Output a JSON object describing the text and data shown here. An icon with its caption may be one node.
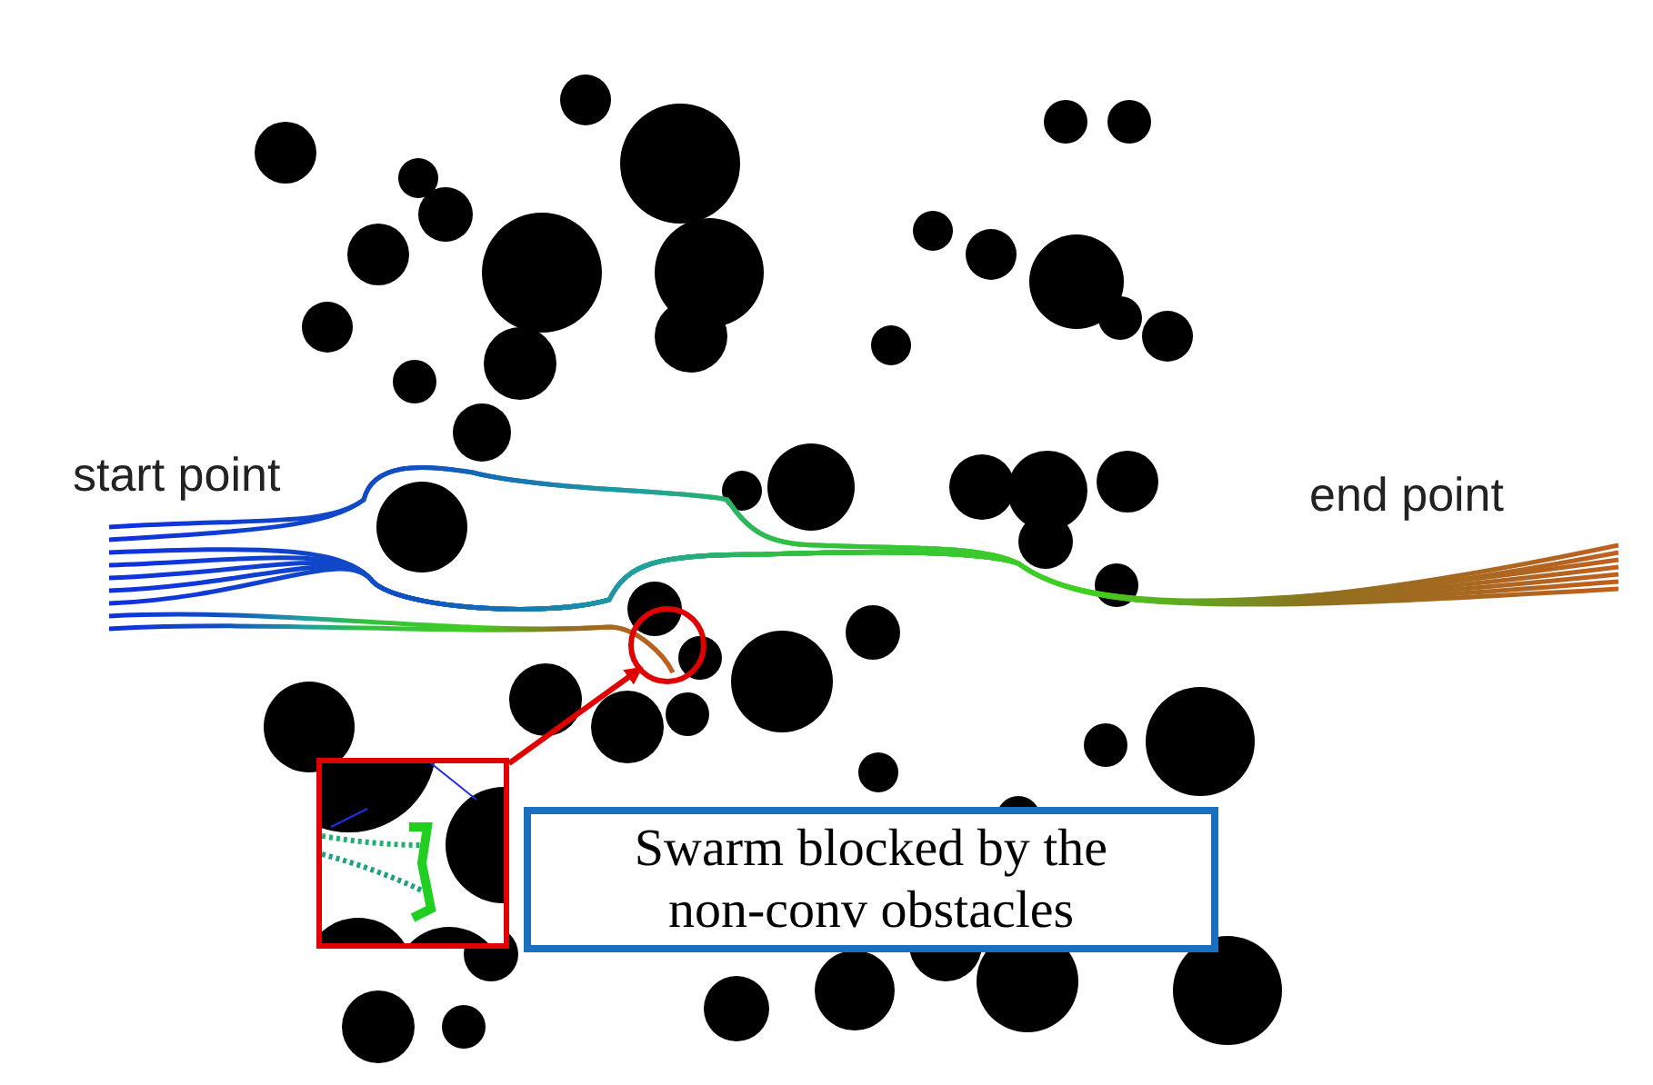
{
  "diagram": {
    "nodes": [
      {
        "text": [],
        "shape": "circle"
      },
      {
        "text": [],
        "shape": "picture"
      },
      {
        "text": [
          "Swarm blocked by the non-conv obstacles"
        ]
      }
    ],
    "edges": [
      {
        "from": 1,
        "to": 0,
        "arrow": "to"
      }
    ],
    "labels": [
      "start point",
      "end point"
    ]
  }
}
